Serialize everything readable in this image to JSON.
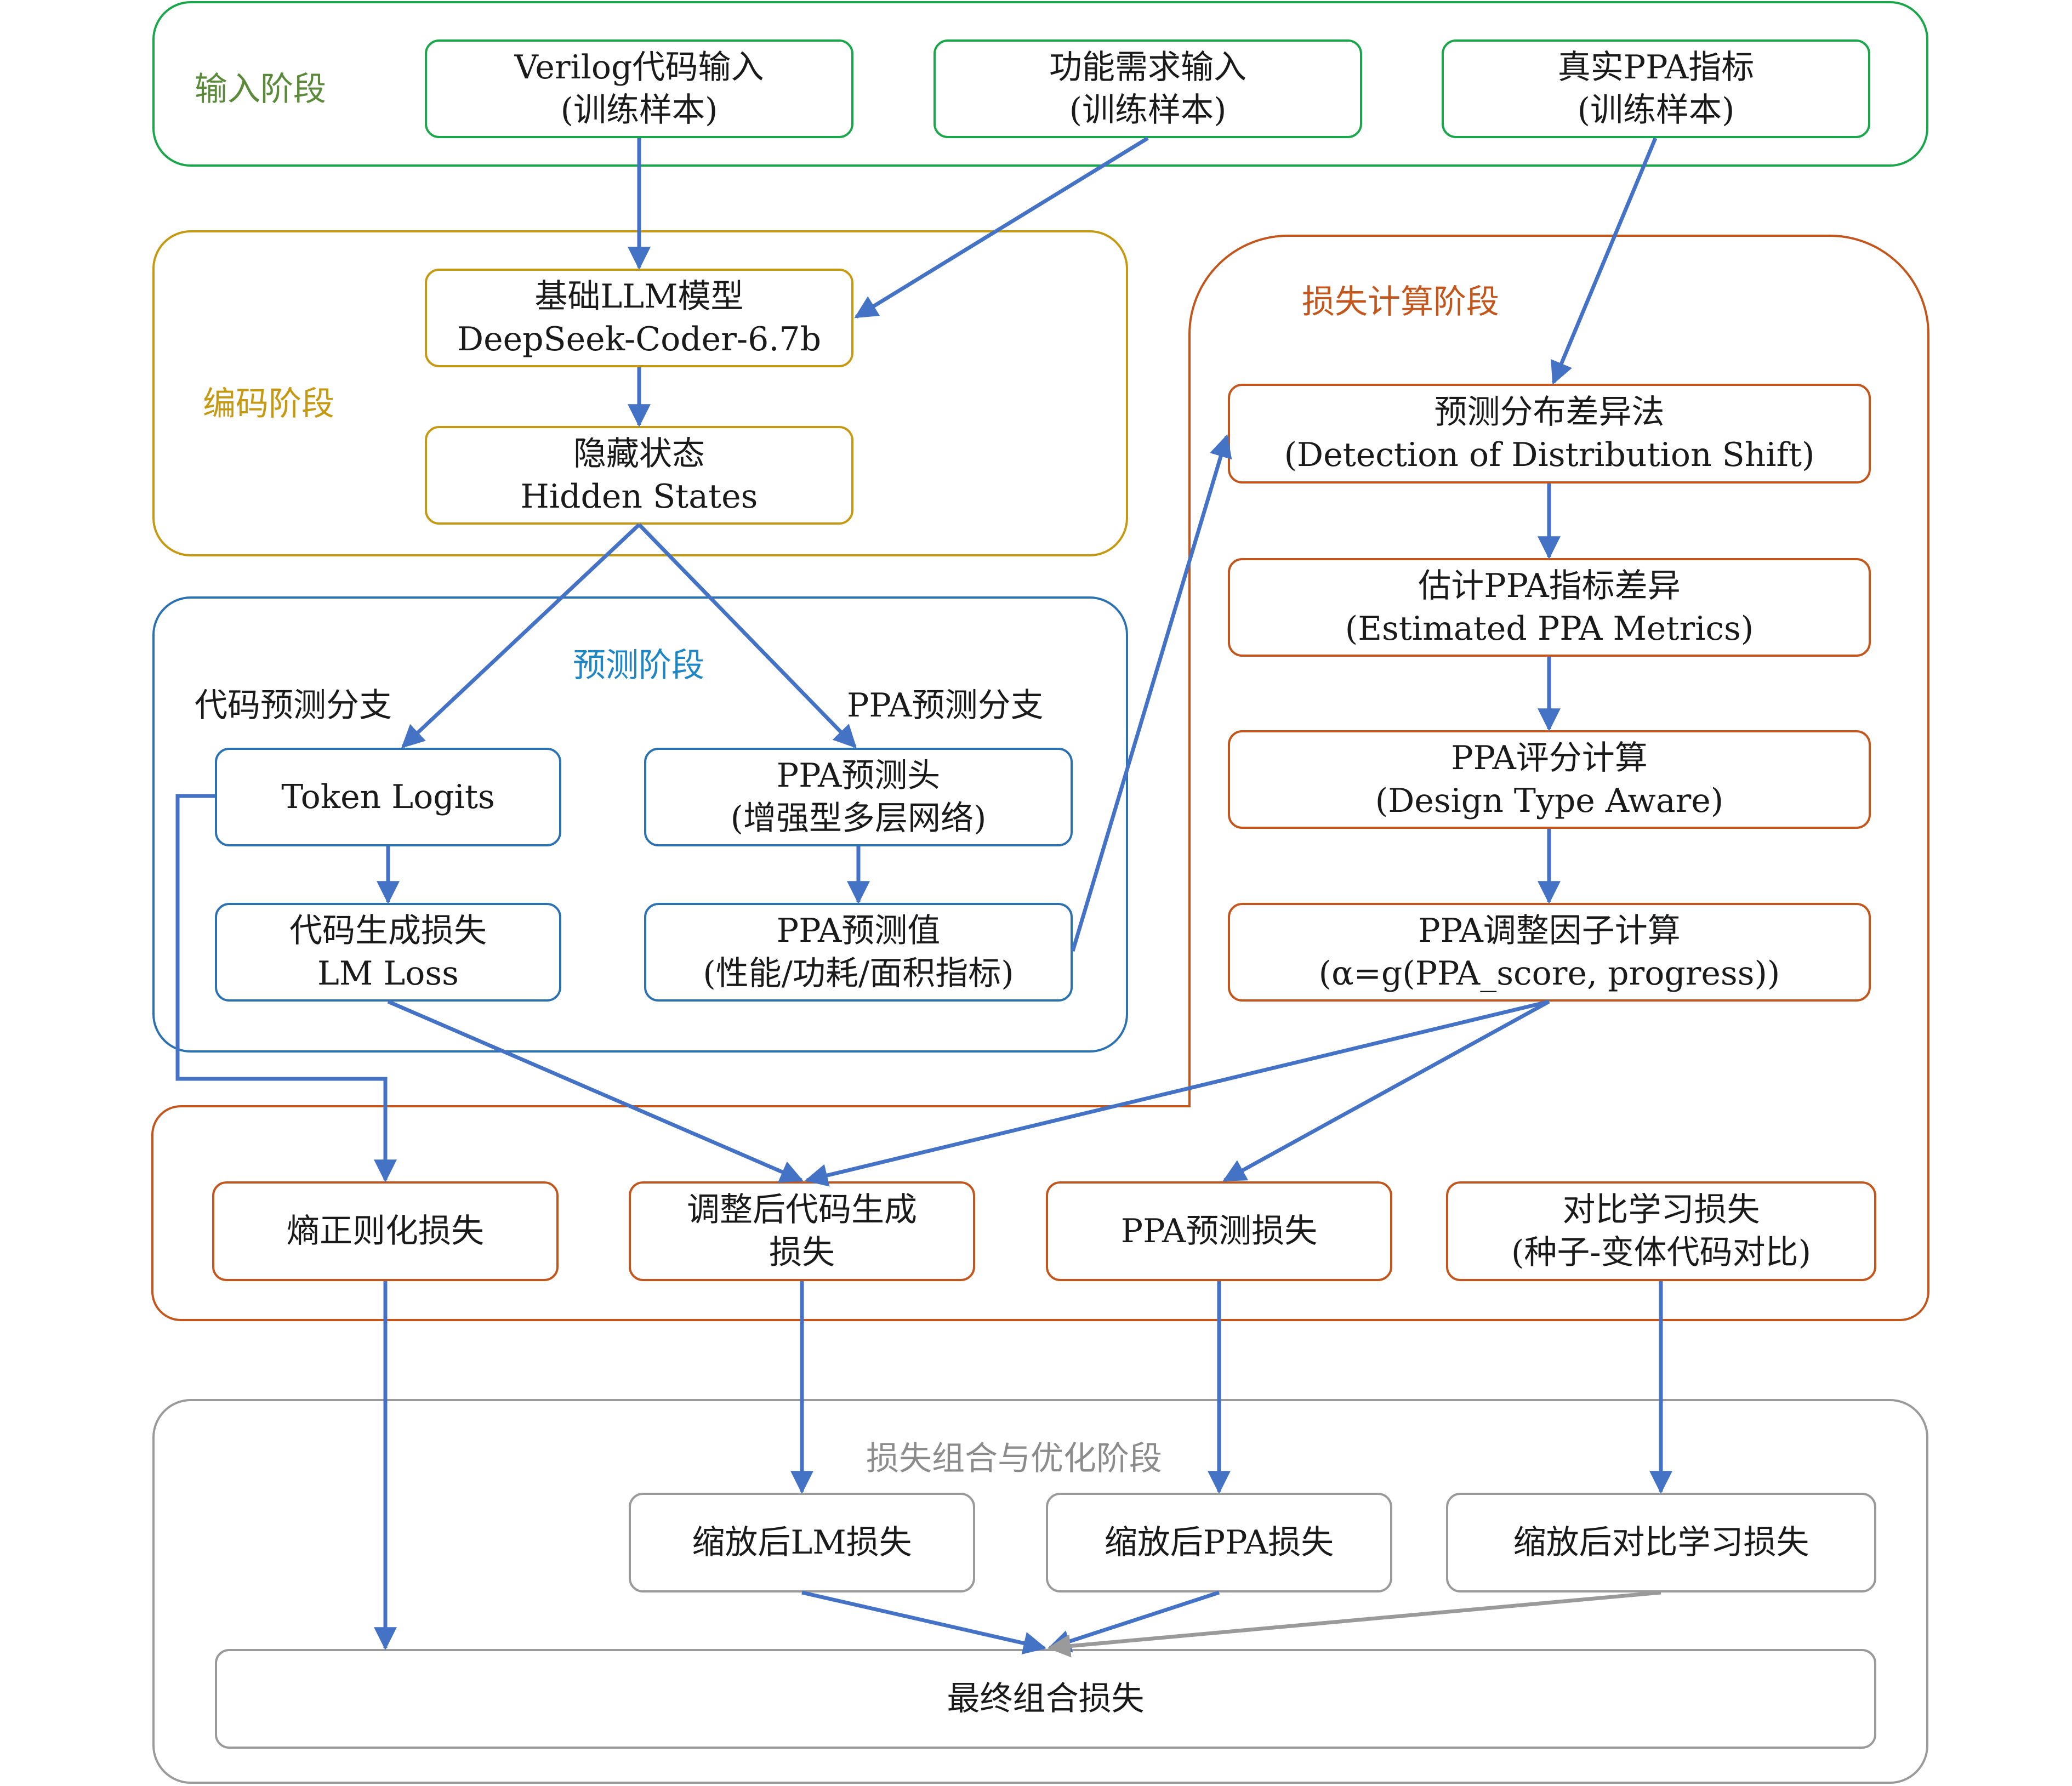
{
  "colors": {
    "input": "#1aa64b",
    "encode": "#c59a12",
    "predict": "#2c72b0",
    "loss": "#c2561c",
    "combine": "#9a9a9a",
    "arrow": "#4472c4",
    "arrow_gray": "#9a9a9a",
    "input_label": "#5a8a3a",
    "encode_label": "#c59a12",
    "predict_label": "#1f86c4",
    "loss_label": "#c2561c",
    "combine_label": "#8c8c8c"
  },
  "stages": {
    "input": "输入阶段",
    "encode": "编码阶段",
    "predict": "预测阶段",
    "loss_calc": "损失计算阶段",
    "combine": "损失组合与优化阶段"
  },
  "branches": {
    "code": "代码预测分支",
    "ppa": "PPA预测分支"
  },
  "nodes": {
    "verilog_input": [
      "Verilog代码输入",
      "(训练样本)"
    ],
    "func_input": [
      "功能需求输入",
      "(训练样本)"
    ],
    "real_ppa": [
      "真实PPA指标",
      "(训练样本)"
    ],
    "base_llm": [
      "基础LLM模型",
      "DeepSeek-Coder-6.7b"
    ],
    "hidden_states": [
      "隐藏状态",
      "Hidden States"
    ],
    "token_logits": [
      "Token Logits"
    ],
    "lm_loss": [
      "代码生成损失",
      "LM Loss"
    ],
    "ppa_head": [
      "PPA预测头",
      "(增强型多层网络)"
    ],
    "ppa_value": [
      "PPA预测值",
      "(性能/功耗/面积指标)"
    ],
    "dds": [
      "预测分布差异法",
      "(Detection of Distribution Shift)"
    ],
    "est_ppa": [
      "估计PPA指标差异",
      "(Estimated PPA Metrics)"
    ],
    "ppa_score": [
      "PPA评分计算",
      "(Design Type Aware)"
    ],
    "ppa_adjust": [
      "PPA调整因子计算",
      "(α=g(PPA_score, progress))"
    ],
    "entropy": [
      "熵正则化损失"
    ],
    "adj_code_loss": [
      "调整后代码生成",
      "损失"
    ],
    "ppa_pred_loss": [
      "PPA预测损失"
    ],
    "contrast": [
      "对比学习损失",
      "(种子-变体代码对比)"
    ],
    "scaled_lm": [
      "缩放后LM损失"
    ],
    "scaled_ppa": [
      "缩放后PPA损失"
    ],
    "scaled_contrast": [
      "缩放后对比学习损失"
    ],
    "final": [
      "最终组合损失"
    ]
  }
}
